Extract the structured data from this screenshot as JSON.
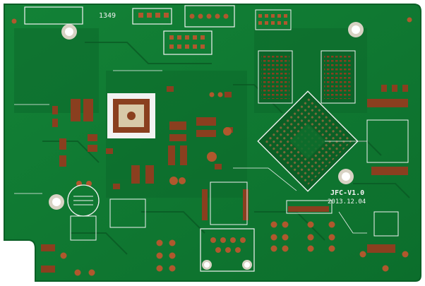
{
  "silkscreen": {
    "top_code": "1349",
    "version": "JFC-V1.0",
    "date": "2013.12.04"
  },
  "colors": {
    "board": "#0f7a31",
    "board_dark": "#0a5f26",
    "copper": "#8a3f1f",
    "copper_light": "#b0582d",
    "silkscreen": "#f2f2f2",
    "pad": "#c7c0b0"
  }
}
